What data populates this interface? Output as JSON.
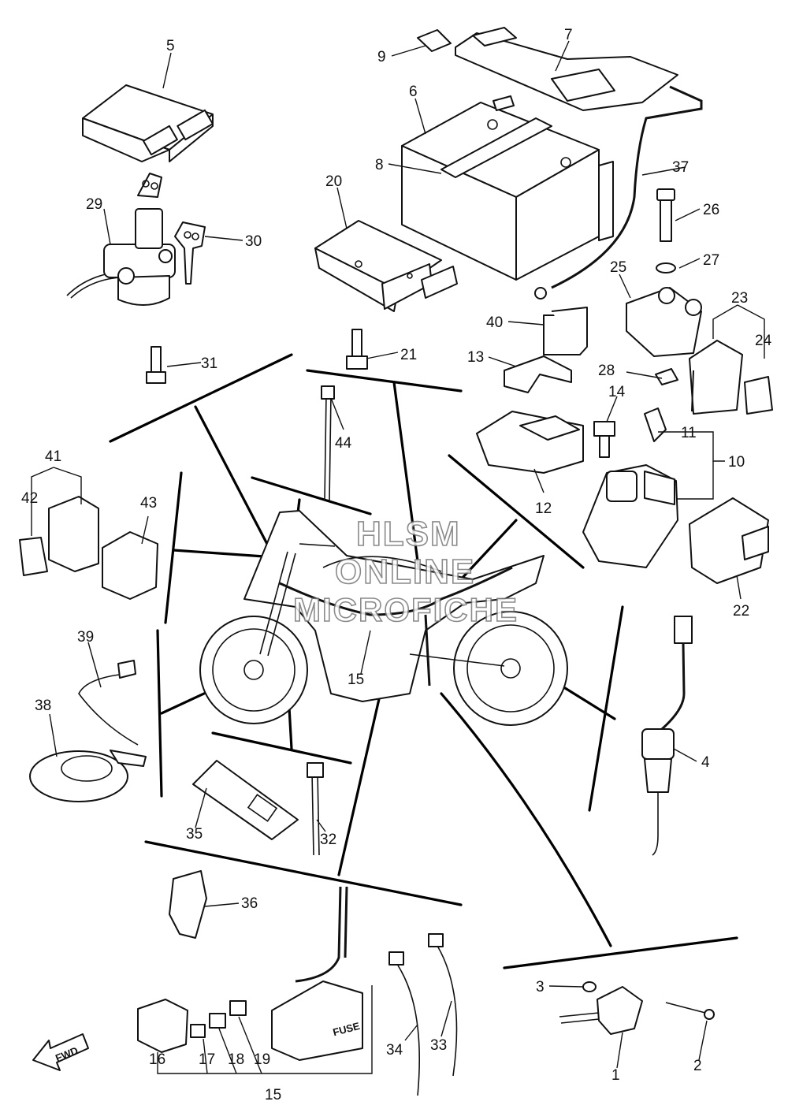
{
  "watermark": {
    "line1": "HLSM",
    "line2": "ONLINE",
    "line3": "MICROFICHE"
  },
  "stamps": {
    "fuse": "FUSE",
    "fwd": "FWD"
  },
  "callouts": [
    "1",
    "2",
    "3",
    "4",
    "5",
    "6",
    "7",
    "8",
    "9",
    "10",
    "11",
    "12",
    "13",
    "14",
    "15",
    "15",
    "16",
    "17",
    "18",
    "19",
    "20",
    "21",
    "22",
    "23",
    "24",
    "25",
    "26",
    "27",
    "28",
    "29",
    "30",
    "31",
    "32",
    "33",
    "34",
    "35",
    "36",
    "37",
    "38",
    "39",
    "40",
    "41",
    "42",
    "43",
    "44"
  ]
}
